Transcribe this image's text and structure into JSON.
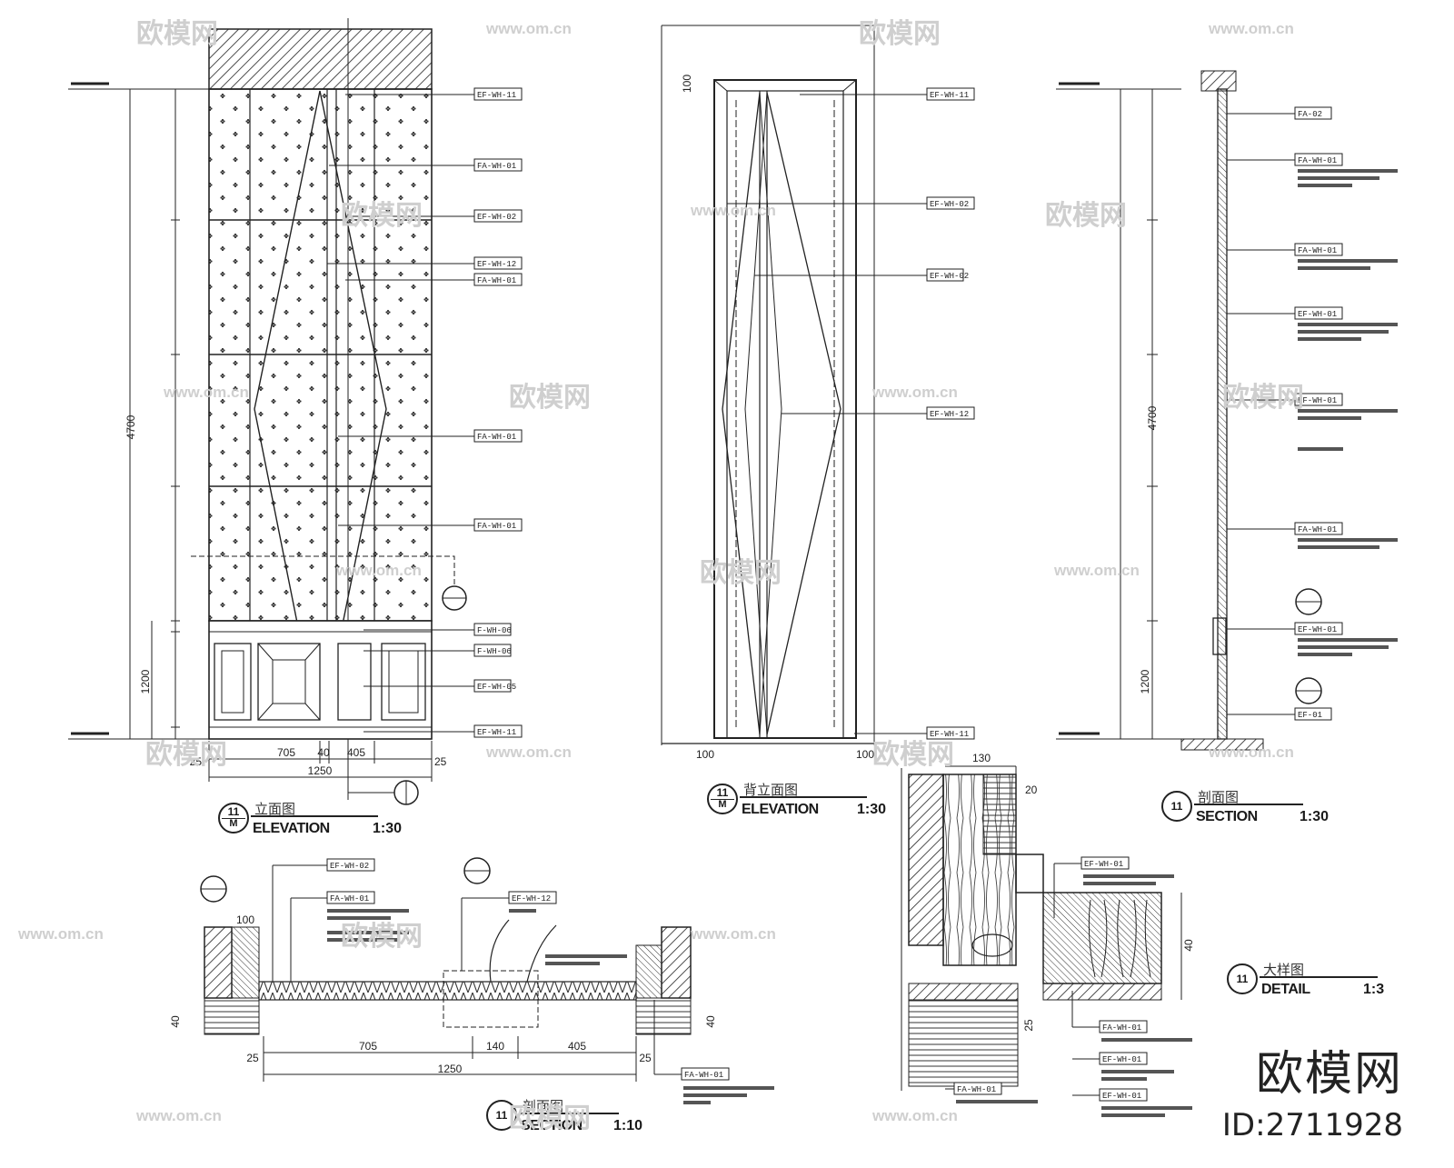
{
  "views": {
    "front_elevation": {
      "title_zh": "立面图",
      "title_en": "ELEVATION",
      "scale": "1:30",
      "index_number": "11",
      "index_sheet": "M",
      "dims_width": [
        "705",
        "40",
        "405",
        "1250",
        "25",
        "25"
      ],
      "dims_height": [
        "4700",
        "1200"
      ],
      "tags": [
        "EF-WH-11",
        "FA-WH-01",
        "EF-WH-02",
        "EF-WH-12",
        "FA-WH-01",
        "FA-WH-01",
        "FA-WH-01",
        "F-WH-06",
        "F-WH-06",
        "EF-WH-05",
        "EF-WH-11"
      ]
    },
    "back_elevation": {
      "title_zh": "背立面图",
      "title_en": "ELEVATION",
      "scale": "1:30",
      "index_number": "11",
      "index_sheet": "M",
      "dims": [
        "100",
        "100",
        "100"
      ],
      "tags": [
        "EF-WH-11",
        "EF-WH-02",
        "EF-WH-02",
        "EF-WH-12",
        "EF-WH-11"
      ]
    },
    "side_section": {
      "title_zh": "剖面图",
      "title_en": "SECTION",
      "scale": "1:30",
      "index_number": "11",
      "dims": [
        "4700",
        "1200"
      ],
      "tags": [
        "FA-02",
        "FA-WH-01",
        "FA-WH-01",
        "EF-WH-01",
        "EF-WH-01",
        "FA-WH-01",
        "EF-WH-01",
        "EF-01"
      ]
    },
    "plan_section": {
      "title_zh": "剖面图",
      "title_en": "SECTION",
      "scale": "1:10",
      "index_number": "11",
      "dims": [
        "705",
        "140",
        "405",
        "1250",
        "25",
        "25",
        "100",
        "40",
        "40"
      ],
      "tags": [
        "EF-WH-02",
        "FA-WH-01",
        "EF-WH-12",
        "FA-WH-01"
      ]
    },
    "detail": {
      "title_zh": "大样图",
      "title_en": "DETAIL",
      "scale": "1:3",
      "index_number": "11",
      "dims": [
        "130",
        "20",
        "40",
        "25"
      ],
      "tags": [
        "EF-WH-01",
        "FA-WH-01",
        "EF-WH-01",
        "FA-WH-01",
        "EF-WH-01"
      ]
    }
  },
  "branding": {
    "logo_text": "欧模网",
    "id_text": "ID:2711928",
    "watermark_text": "欧模网",
    "watermark_url": "www.om.cn"
  }
}
